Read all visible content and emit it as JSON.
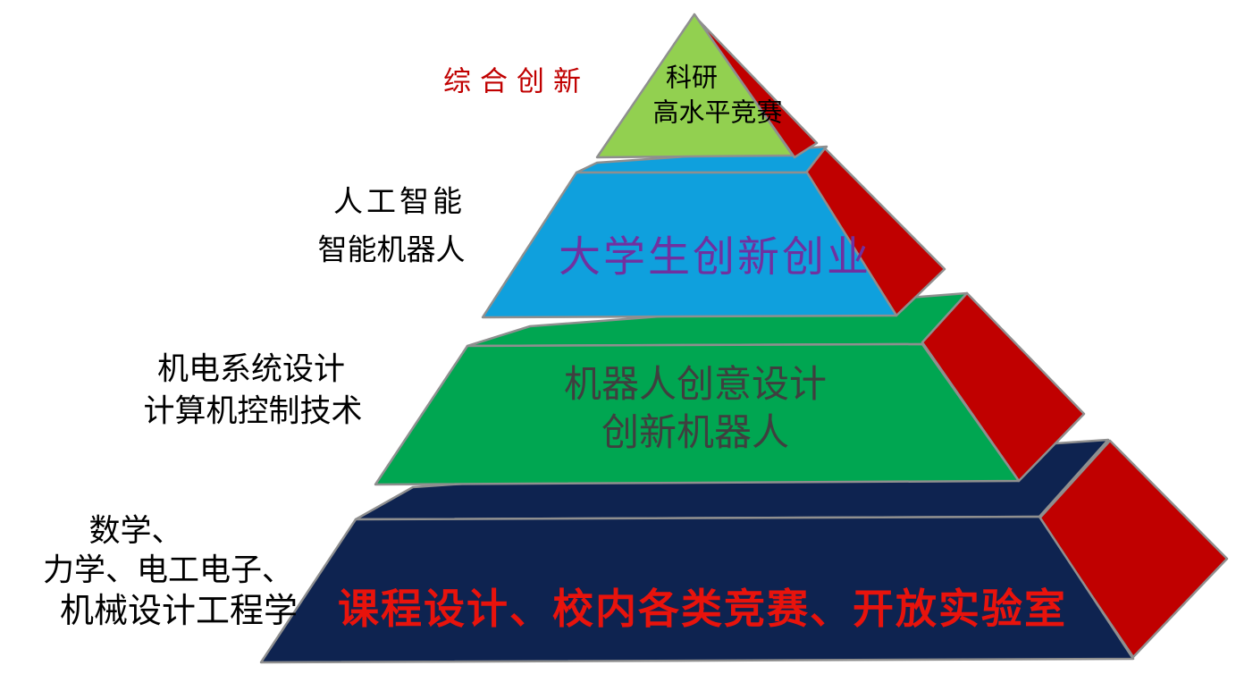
{
  "diagram": {
    "levels": [
      {
        "side_labels": [
          "综合创新"
        ],
        "face_lines": [
          "科研",
          "高水平竞赛"
        ]
      },
      {
        "side_labels": [
          "人工智能",
          "智能机器人"
        ],
        "face_lines": [
          "大学生创新创业"
        ]
      },
      {
        "side_labels": [
          "机电系统设计",
          "计算机控制技术"
        ],
        "face_lines": [
          "机器人创意设计",
          "创新机器人"
        ]
      },
      {
        "side_labels": [
          "数学、",
          "力学、电工电子、",
          "机械设计工程学"
        ],
        "face_lines": [
          "课程设计、校内各类竞赛、开放实验室"
        ]
      }
    ],
    "colors": {
      "level1_face": "#92d050",
      "level2_face": "#0fa0dd",
      "level3_face": "#00a651",
      "level4_face": "#0e2350",
      "side_face": "#c00000",
      "outline": "#8f8f8f",
      "level1_side_label_text": "#c00000",
      "level1_face_text": "#000000",
      "level2_face_text": "#7030a0",
      "level3_face_text": "#3f3f3f",
      "level4_face_text": "#e8130c",
      "side_label_text": "#000000"
    }
  }
}
